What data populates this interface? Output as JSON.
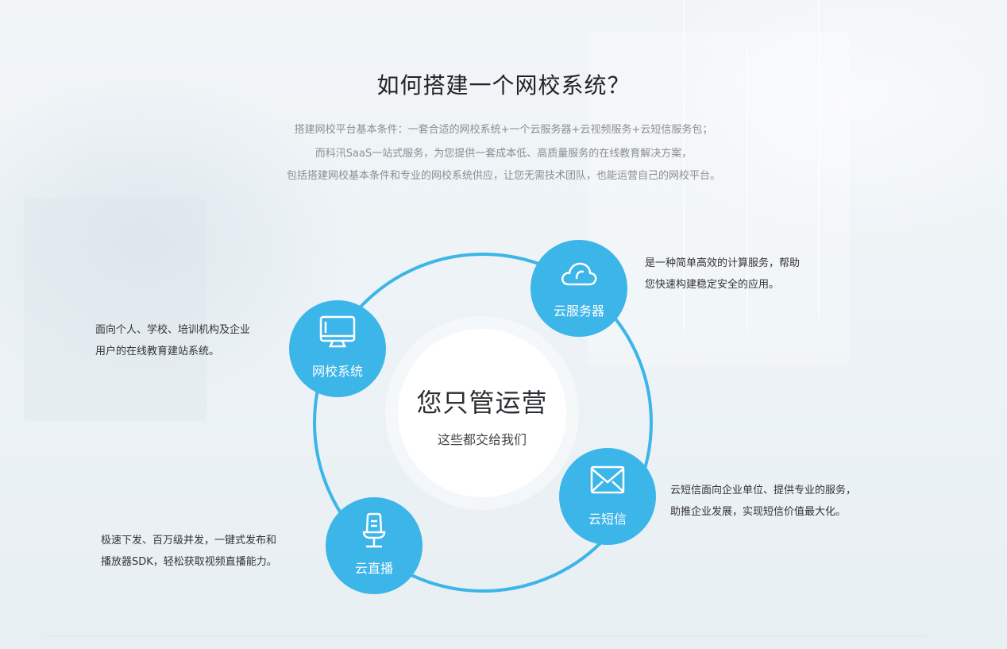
{
  "header": {
    "title": "如何搭建一个网校系统？",
    "description": [
      "搭建网校平台基本条件：一套合适的网校系统+一个云服务器+云视频服务+云短信服务包；",
      "而科汛SaaS一站式服务，为您提供一套成本低、高质量服务的在线教育解决方案，",
      "包括搭建网校基本条件和专业的网校系统供应，让您无需技术团队，也能运营自己的网校平台。"
    ]
  },
  "center": {
    "title": "您只管运营",
    "subtitle": "这些都交给我们"
  },
  "nodes": [
    {
      "id": "school-system",
      "label": "网校系统",
      "icon": "monitor-icon",
      "note": [
        "面向个人、学校、培训机构及企业",
        "用户的在线教育建站系统。"
      ]
    },
    {
      "id": "cloud-server",
      "label": "云服务器",
      "icon": "cloud-icon",
      "note": [
        "是一种简单高效的计算服务，帮助",
        "您快速构建稳定安全的应用。"
      ]
    },
    {
      "id": "cloud-sms",
      "label": "云短信",
      "icon": "envelope-icon",
      "note": [
        "云短信面向企业单位、提供专业的服务，",
        "助推企业发展，实现短信价值最大化。"
      ]
    },
    {
      "id": "cloud-live",
      "label": "云直播",
      "icon": "microphone-icon",
      "note": [
        "极速下发、百万级并发，一键式发布和",
        "播放器SDK，轻松获取视频直播能力。"
      ]
    }
  ],
  "colors": {
    "accent": "#3cb5e8",
    "background": "#e9f0f4",
    "title": "#222222",
    "description": "#8a8f93",
    "note": "#333333"
  }
}
